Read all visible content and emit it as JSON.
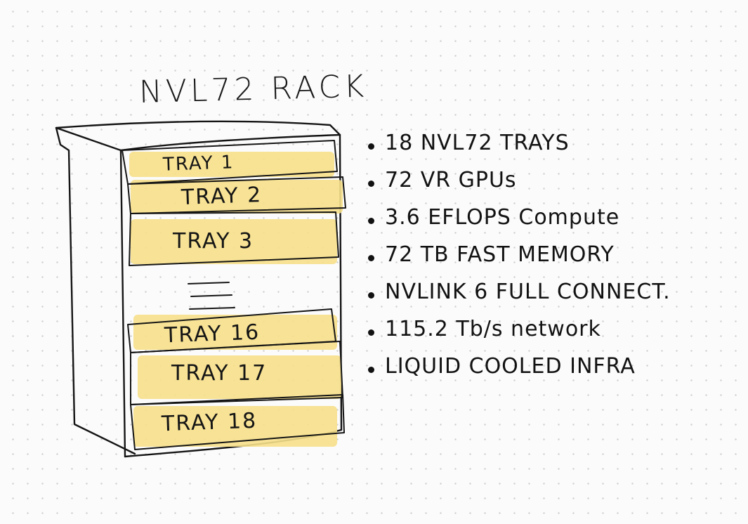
{
  "title": "NVL72 RACK",
  "trays": [
    {
      "label": "TRAY 1"
    },
    {
      "label": "TRAY 2"
    },
    {
      "label": "TRAY 3"
    },
    {
      "label": "TRAY 16"
    },
    {
      "label": "TRAY 17"
    },
    {
      "label": "TRAY 18"
    }
  ],
  "bullets": [
    {
      "text": "18 NVL72 TRAYS"
    },
    {
      "text": "72 VR GPUs"
    },
    {
      "text": "3.6 EFLOPS Compute"
    },
    {
      "text": "72 TB FAST MEMORY"
    },
    {
      "text": "NVLINK 6 FULL CONNECT."
    },
    {
      "text": "115.2 Tb/s network"
    },
    {
      "text": "LIQUID COOLED INFRA"
    }
  ],
  "colors": {
    "highlight": "#f7e08a",
    "ink": "#151515",
    "background": "#fbfbfb"
  }
}
